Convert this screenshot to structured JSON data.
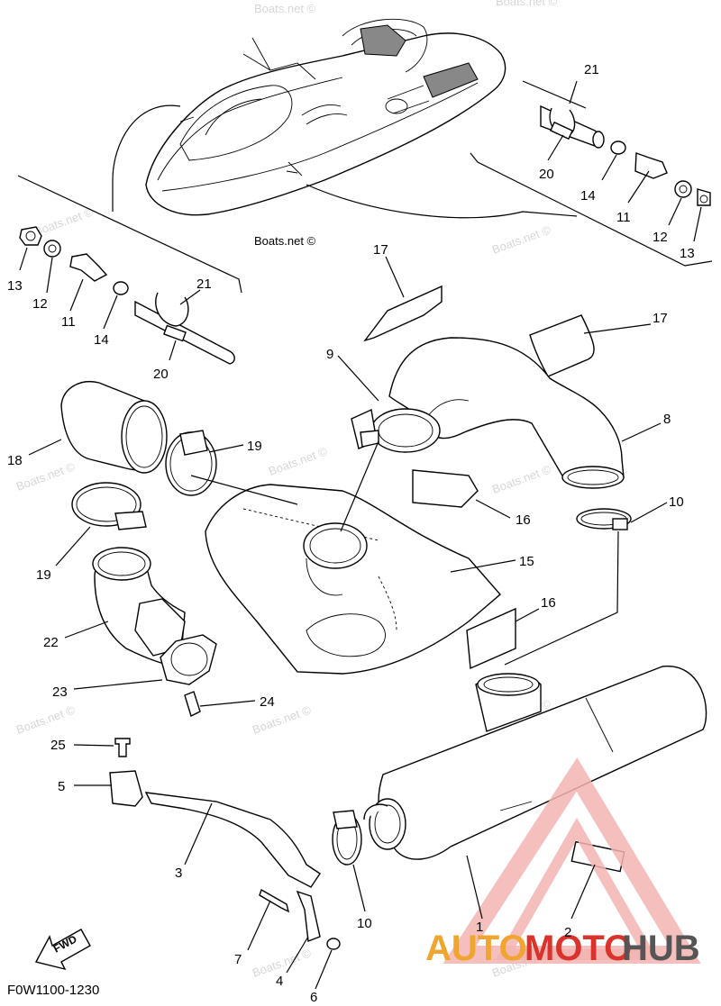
{
  "diagram": {
    "code": "F0W1100-1230",
    "fwd_label": "FWD",
    "watermark": "Boats.net ©",
    "brand": {
      "part1": "AUTO",
      "part2": "MOTO",
      "part3": "HUB",
      "color1": "#f0a531",
      "color2": "#d9332b",
      "color3": "#555555"
    },
    "labels": {
      "p1": "1",
      "p2": "2",
      "p3": "3",
      "p4": "4",
      "p5": "5",
      "p6": "6",
      "p7": "7",
      "p8": "8",
      "p9": "9",
      "p10a": "10",
      "p10b": "10",
      "p11a": "11",
      "p11b": "11",
      "p12a": "12",
      "p12b": "12",
      "p13a": "13",
      "p13b": "13",
      "p14a": "14",
      "p14b": "14",
      "p15": "15",
      "p16a": "16",
      "p16b": "16",
      "p17a": "17",
      "p17b": "17",
      "p18": "18",
      "p19a": "19",
      "p19b": "19",
      "p20a": "20",
      "p20b": "20",
      "p21a": "21",
      "p21b": "21",
      "p22": "22",
      "p23": "23",
      "p24": "24",
      "p25": "25"
    }
  }
}
